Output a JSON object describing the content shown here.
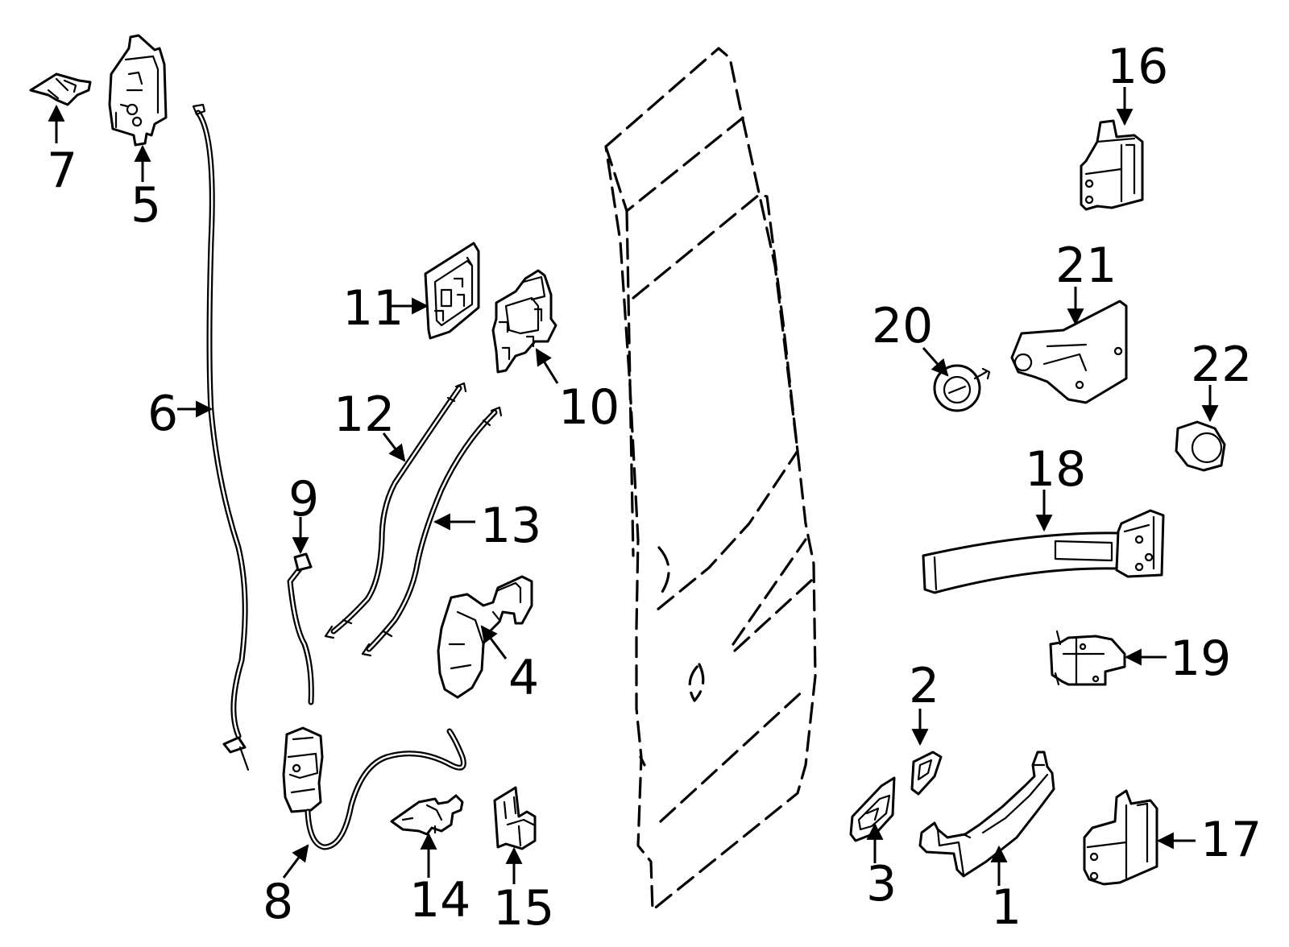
{
  "diagram": {
    "type": "exploded-parts-diagram",
    "colors": {
      "line": "#000000",
      "background": "#ffffff"
    },
    "callouts": [
      {
        "id": "1",
        "label": "1"
      },
      {
        "id": "2",
        "label": "2"
      },
      {
        "id": "3",
        "label": "3"
      },
      {
        "id": "4",
        "label": "4"
      },
      {
        "id": "5",
        "label": "5"
      },
      {
        "id": "6",
        "label": "6"
      },
      {
        "id": "7",
        "label": "7"
      },
      {
        "id": "8",
        "label": "8"
      },
      {
        "id": "9",
        "label": "9"
      },
      {
        "id": "10",
        "label": "10"
      },
      {
        "id": "11",
        "label": "11"
      },
      {
        "id": "12",
        "label": "12"
      },
      {
        "id": "13",
        "label": "13"
      },
      {
        "id": "14",
        "label": "14"
      },
      {
        "id": "15",
        "label": "15"
      },
      {
        "id": "16",
        "label": "16"
      },
      {
        "id": "17",
        "label": "17"
      },
      {
        "id": "18",
        "label": "18"
      },
      {
        "id": "19",
        "label": "19"
      },
      {
        "id": "20",
        "label": "20"
      },
      {
        "id": "21",
        "label": "21"
      },
      {
        "id": "22",
        "label": "22"
      }
    ]
  }
}
